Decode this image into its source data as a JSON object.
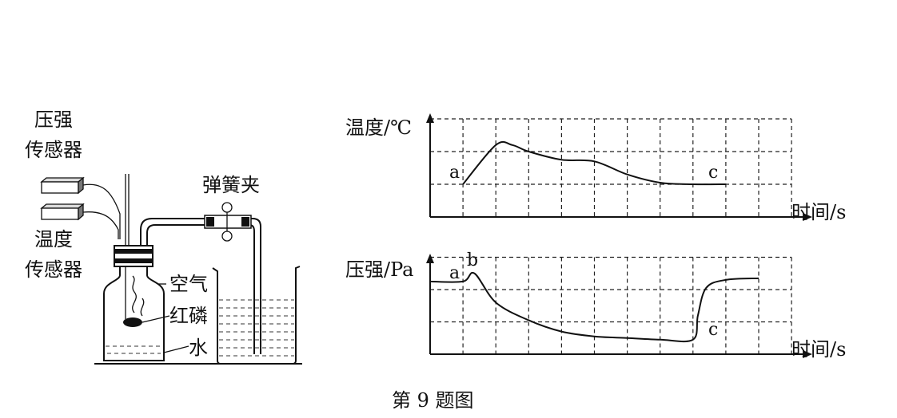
{
  "apparatus": {
    "pressure_sensor_label": [
      "压强",
      "传感器"
    ],
    "temperature_sensor_label": [
      "温度",
      "传感器"
    ],
    "clamp_label": "弹簧夹",
    "air_label": "空气",
    "phosphorus_label": "红磷",
    "water_label": "水"
  },
  "caption": "第 9 题图",
  "chart_data": [
    {
      "type": "line",
      "ylabel": "温度/℃",
      "xlabel": "时间/s",
      "grid": true,
      "x_gridlines": 11,
      "y_gridlines": 3,
      "markers": [
        "a",
        "c"
      ],
      "series": [
        {
          "values": [
            [
              1.0,
              1.0
            ],
            [
              2.0,
              2.2
            ],
            [
              2.5,
              2.2
            ],
            [
              3.0,
              2.0
            ],
            [
              4.0,
              1.75
            ],
            [
              5.0,
              1.7
            ],
            [
              6.0,
              1.3
            ],
            [
              7.0,
              1.05
            ],
            [
              8.0,
              1.0
            ],
            [
              9.0,
              1.0
            ]
          ]
        }
      ]
    },
    {
      "type": "line",
      "ylabel": "压强/Pa",
      "xlabel": "时间/s",
      "grid": true,
      "x_gridlines": 11,
      "y_gridlines": 3,
      "markers": [
        "a",
        "b",
        "c"
      ],
      "series": [
        {
          "values": [
            [
              0.0,
              2.25
            ],
            [
              1.0,
              2.25
            ],
            [
              1.35,
              2.5
            ],
            [
              2.0,
              1.6
            ],
            [
              3.0,
              1.05
            ],
            [
              4.0,
              0.7
            ],
            [
              5.0,
              0.55
            ],
            [
              6.0,
              0.5
            ],
            [
              7.0,
              0.45
            ],
            [
              8.0,
              0.45
            ],
            [
              8.15,
              1.2
            ],
            [
              8.4,
              2.05
            ],
            [
              9.0,
              2.3
            ],
            [
              10.0,
              2.35
            ]
          ]
        }
      ]
    }
  ]
}
